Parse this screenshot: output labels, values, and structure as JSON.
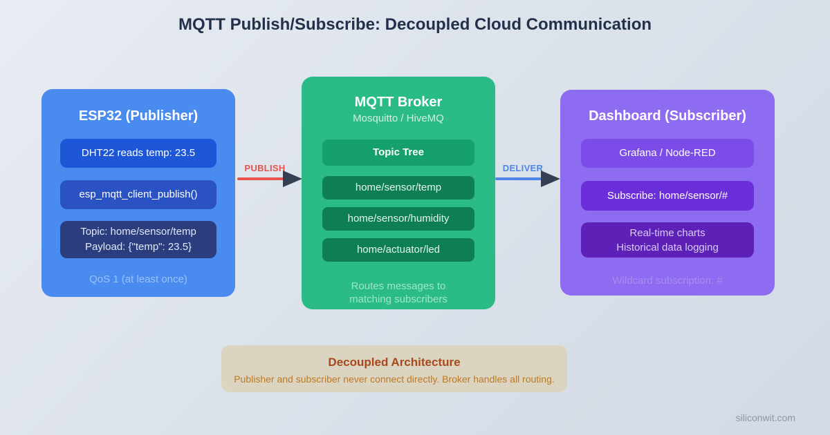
{
  "title": "MQTT Publish/Subscribe: Decoupled Cloud Communication",
  "publisher": {
    "title": "ESP32 (Publisher)",
    "items": [
      "DHT22 reads temp: 23.5",
      "esp_mqtt_client_publish()"
    ],
    "topic_line1": "Topic: home/sensor/temp",
    "topic_line2": "Payload: {\"temp\": 23.5}",
    "footnote": "QoS 1 (at least once)"
  },
  "broker": {
    "title": "MQTT Broker",
    "subtitle": "Mosquitto / HiveMQ",
    "tree_label": "Topic Tree",
    "topics": [
      "home/sensor/temp",
      "home/sensor/humidity",
      "home/actuator/led"
    ],
    "footnote_line1": "Routes messages to",
    "footnote_line2": "matching subscribers"
  },
  "subscriber": {
    "title": "Dashboard (Subscriber)",
    "items": [
      "Grafana / Node-RED",
      "Subscribe: home/sensor/#"
    ],
    "charts_line1": "Real-time charts",
    "charts_line2": "Historical data logging",
    "footnote": "Wildcard subscription: #"
  },
  "arrows": {
    "publish": "PUBLISH",
    "deliver": "DELIVER"
  },
  "note": {
    "title": "Decoupled Architecture",
    "body": "Publisher and subscriber never connect directly. Broker handles all routing."
  },
  "footer": "siliconwit.com",
  "colors": {
    "background_start": "#e8ecf3",
    "background_end": "#d3dae4",
    "title_text": "#23304a",
    "publisher_bg": "#4a8bf0",
    "publisher_chip1": "#1d57d8",
    "publisher_chip2": "#2a52c2",
    "publisher_chip3": "#2b3d7d",
    "broker_bg": "#2abb87",
    "broker_tree_chip": "#16a06c",
    "broker_topic_chip": "#0e7f55",
    "subscriber_bg": "#8e6cf2",
    "subscriber_chip1": "#7c4ce8",
    "subscriber_chip2": "#6b2fd9",
    "subscriber_chip3": "#5d21b8",
    "publish_arrow": "#e8544c",
    "deliver_arrow": "#4d86e8",
    "arrowhead": "#343f51",
    "note_bg": "#dbd4c1",
    "note_title": "#a8481c",
    "note_body": "#bd7a22",
    "footer_text": "#8c96a7"
  }
}
